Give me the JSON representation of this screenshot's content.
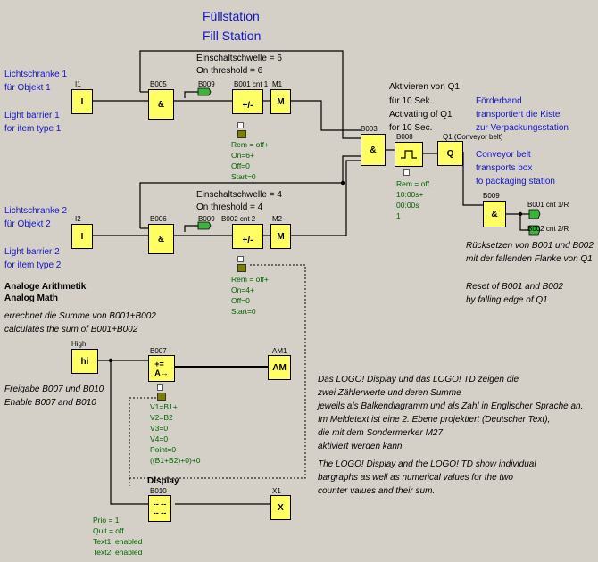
{
  "title": {
    "de": "Füllstation",
    "en": "Fill Station"
  },
  "threshold1": {
    "de": "Einschaltschwelle = 6",
    "en": "On threshold = 6"
  },
  "threshold2": {
    "de": "Einschaltschwelle = 4",
    "en": "On threshold = 4"
  },
  "lightbarrier1": {
    "de1": "Lichtschranke 1",
    "de2": "für Objekt 1",
    "en1": "Light barrier 1",
    "en2": "for item type 1"
  },
  "lightbarrier2": {
    "de1": "Lichtschranke 2",
    "de2": "für Objekt 2",
    "en1": "Light barrier 2",
    "en2": "for item type 2"
  },
  "activate": {
    "l1": "Aktivieren von Q1",
    "l2": "für 10 Sek.",
    "l3": "Activating of Q1",
    "l4": "for 10 Sec."
  },
  "conveyor_de": {
    "l1": "Förderband",
    "l2": "transportiert die Kiste",
    "l3": "zur Verpackungsstation"
  },
  "conveyor_en": {
    "l1": "Conveyor belt",
    "l2": "transports box",
    "l3": "to packaging station"
  },
  "reset": {
    "de1": "Rücksetzen von B001 und B002",
    "de2": "mit der fallenden Flanke von Q1",
    "en1": "Reset of B001 and B002",
    "en2": "by falling edge of Q1"
  },
  "analog": {
    "h1": "Analoge Arithmetik",
    "h2": "Analog Math",
    "de": "errechnet die Summe von B001+B002",
    "en": "calculates the sum of B001+B002"
  },
  "enable": {
    "de": "Freigabe B007 und B010",
    "en": "Enable B007 and B010"
  },
  "display_header": "Display",
  "display_text": {
    "de1": "Das LOGO! Display und das LOGO! TD zeigen die",
    "de2": "zwei Zählerwerte und deren Summe",
    "de3": "jeweils als Balkendiagramm und als Zahl in Englischer Sprache an.",
    "de4": "Im Meldetext ist eine 2. Ebene projektiert (Deutscher Text),",
    "de5": "die mit dem Sondermerker M27",
    "de6": "aktiviert werden kann.",
    "en1": "The LOGO! Display and the LOGO! TD show individual",
    "en2": "bargraphs as well as numerical values for the two",
    "en3": "counter values and their sum."
  },
  "blocks": {
    "i1": "I1",
    "i2": "I2",
    "b005": "B005",
    "b006": "B006",
    "b009a": "B009",
    "b009b": "B009",
    "b001": "B001 cnt 1",
    "b002": "B002 cnt 2",
    "m1": "M1",
    "m2": "M2",
    "b003": "B003",
    "b008": "B008",
    "q1": "Q1 (Conveyor belt)",
    "b009": "B009",
    "high": "High",
    "b007": "B007",
    "am1": "AM1",
    "b010": "B010",
    "x1": "X1",
    "out1": "B001 cnt 1/R",
    "out2": "B002 cnt 2/R"
  },
  "symbols": {
    "i": "I",
    "and": "&",
    "m": "M",
    "q": "Q",
    "hi": "hi",
    "am": "AM",
    "x": "X",
    "cnt": "+/-"
  },
  "params_b001": [
    "Rem = off+",
    "On=6+",
    "Off=0",
    "Start=0"
  ],
  "params_b002": [
    "Rem = off+",
    "On=4+",
    "Off=0",
    "Start=0"
  ],
  "params_b008": [
    "Rem = off",
    "10:00s+",
    "00:00s",
    "1"
  ],
  "params_b007": [
    "V1=B1+",
    "V2=B2",
    "V3=0",
    "V4=0",
    "Point=0",
    "((B1+B2)+0)+0"
  ],
  "params_b010": [
    "Prio = 1",
    "Quit = off",
    "Text1: enabled",
    "Text2: enabled"
  ]
}
